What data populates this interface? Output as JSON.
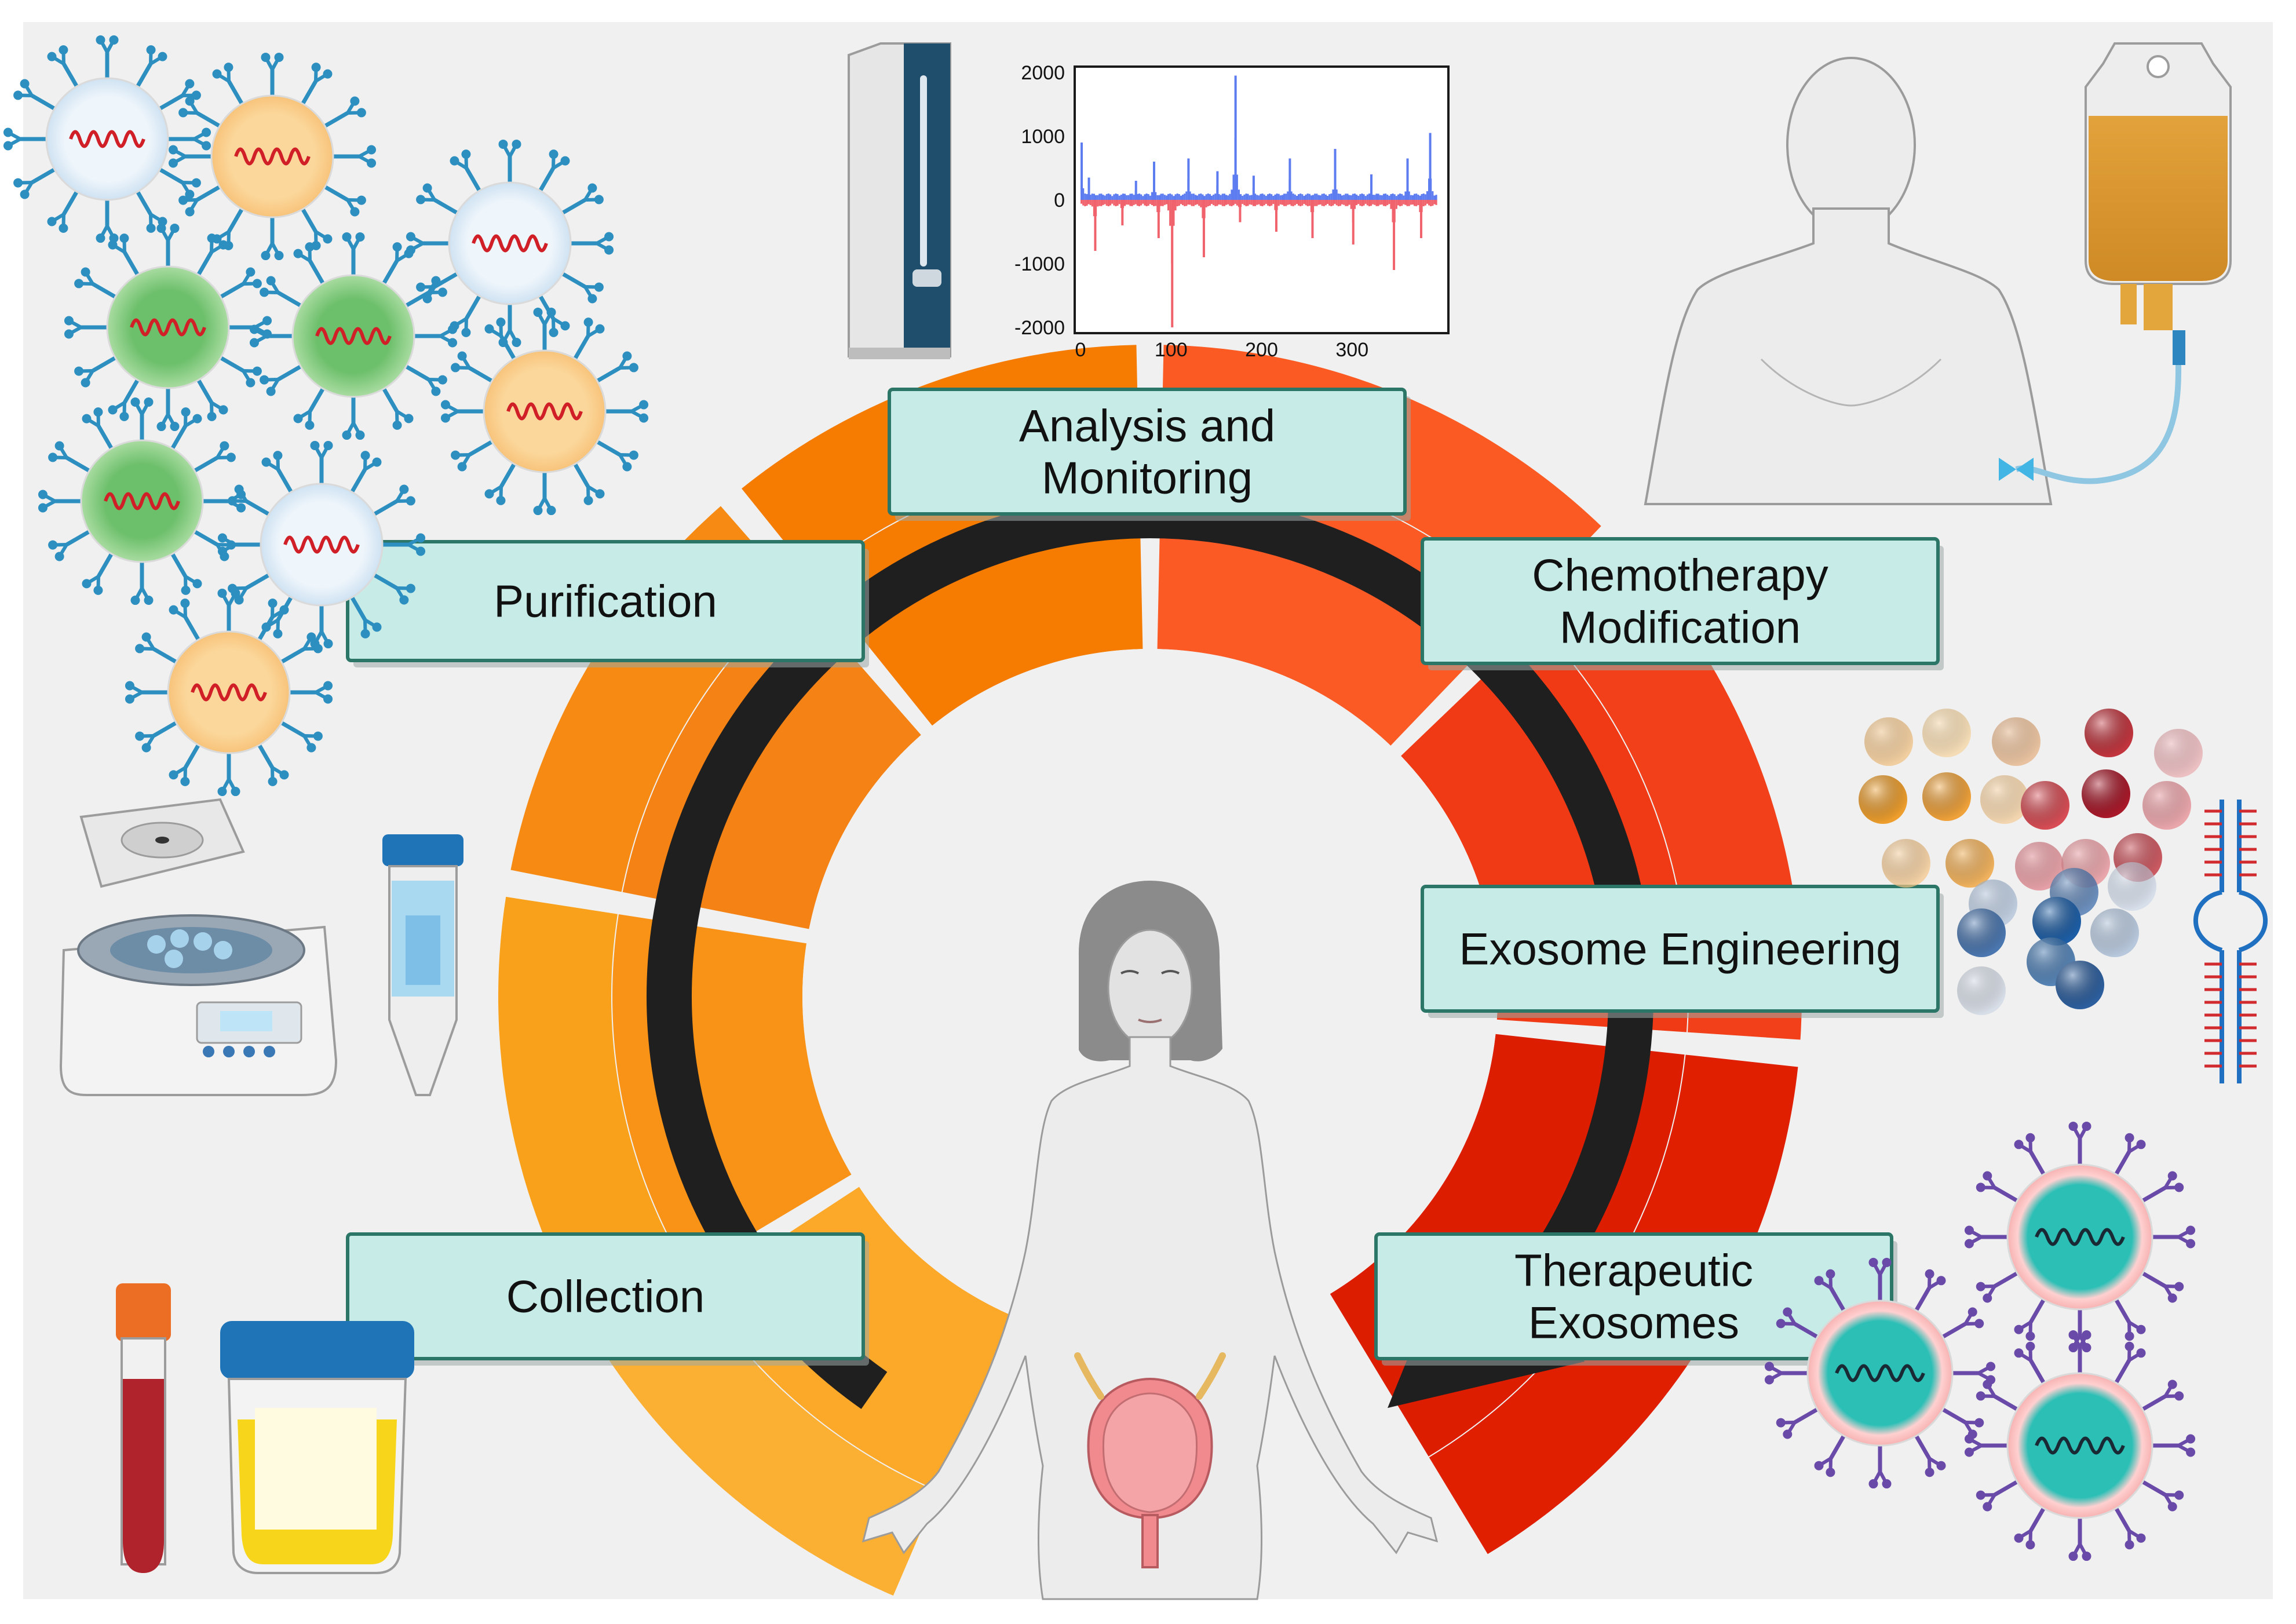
{
  "stages": [
    {
      "id": "analysis",
      "lines": [
        "Analysis and",
        "Monitoring"
      ]
    },
    {
      "id": "chemo",
      "lines": [
        "Chemotherapy",
        "Modification"
      ]
    },
    {
      "id": "engineering",
      "lines": [
        "Exosome Engineering"
      ]
    },
    {
      "id": "therapeutic",
      "lines": [
        "Therapeutic",
        "Exosomes"
      ]
    },
    {
      "id": "collection",
      "lines": [
        "Collection"
      ]
    },
    {
      "id": "purification",
      "lines": [
        "Purification"
      ]
    }
  ],
  "ring_colors": [
    "#fbb034",
    "#f9a11b",
    "#f68a12",
    "#f57c00",
    "#fb5a22",
    "#f2401a",
    "#e01f00"
  ],
  "ring_inner_colors": [
    "#fca828",
    "#f99318",
    "#f58214",
    "#f57c00",
    "#fc5a25",
    "#f03a15",
    "#dd1d00"
  ],
  "card_fill": "#c7ece7",
  "card_stroke": "#2c7667",
  "arrow_color": "#1f1f1f",
  "background": "#f0f0f0",
  "chart_data": {
    "type": "bar",
    "x_ticks": [
      "0",
      "100",
      "200",
      "300"
    ],
    "y_ticks": [
      "2000",
      "1000",
      "0",
      "-1000",
      "-2000"
    ],
    "xlim": [
      0,
      400
    ],
    "ylim": [
      -2000,
      2000
    ],
    "series": [
      {
        "color": "#5d7cf0",
        "peaks": [
          [
            0,
            900
          ],
          [
            8,
            350
          ],
          [
            60,
            300
          ],
          [
            80,
            600
          ],
          [
            118,
            650
          ],
          [
            150,
            450
          ],
          [
            170,
            1950
          ],
          [
            190,
            380
          ],
          [
            230,
            650
          ],
          [
            280,
            800
          ],
          [
            320,
            400
          ],
          [
            360,
            650
          ],
          [
            385,
            1050
          ]
        ]
      },
      {
        "color": "#f0626c",
        "peaks": [
          [
            15,
            -800
          ],
          [
            45,
            -400
          ],
          [
            85,
            -600
          ],
          [
            100,
            -2000
          ],
          [
            135,
            -900
          ],
          [
            175,
            -350
          ],
          [
            215,
            -500
          ],
          [
            255,
            -600
          ],
          [
            300,
            -700
          ],
          [
            345,
            -1100
          ],
          [
            375,
            -600
          ]
        ]
      }
    ]
  }
}
